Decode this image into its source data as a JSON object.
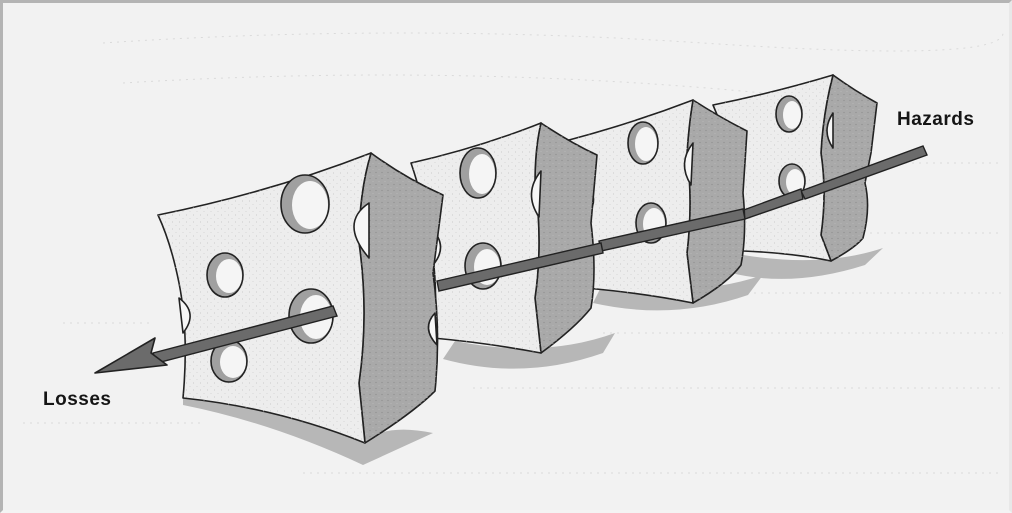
{
  "labels": {
    "hazards": "Hazards",
    "losses": "Losses"
  },
  "colors": {
    "background": "#f2f2f2",
    "slice_front": "#ededed",
    "slice_side": "#a9a9a9",
    "hole_inner": "#a0a0a0",
    "shadow": "#b7b7b7",
    "arrow": "#6b6b6b",
    "outline": "#222222"
  },
  "slices": [
    {
      "id": "slice-1"
    },
    {
      "id": "slice-2"
    },
    {
      "id": "slice-3"
    },
    {
      "id": "slice-4"
    }
  ]
}
